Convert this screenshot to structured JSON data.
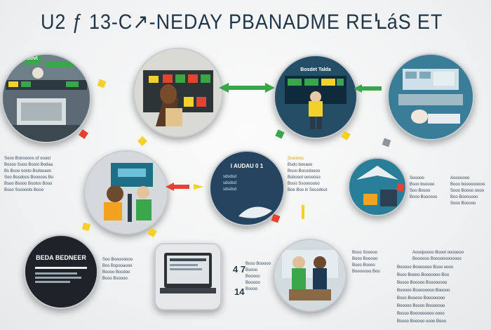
{
  "header": {
    "title": "U2 ƒ 13-C↗-NEDAY PBANADME REꝆáS ET"
  },
  "nodes": {
    "n1": {
      "badge": "Bovt"
    },
    "n3": {
      "banner": "Bosdet Talda"
    },
    "n4": {
      "caption": ""
    },
    "n6": {
      "title": "I AUDAU 0 1",
      "lines": [
        "sdsdsd",
        "sdsdsd",
        "sdsdsd"
      ]
    },
    "n8": {
      "label": "BEDA BEDNEER"
    }
  },
  "text_blocks": {
    "left_mid": [
      "Sooo Bstrooons of oooot",
      "Bosoo Sooo Booot Bodaa",
      "Bs Bsoo oosto Bsdooaos",
      "Soo Bosdoos Booooos Bo",
      "Bsoo Bsooo Bootos Booo",
      "Bsoo Ssoooots Booo"
    ],
    "center_right": [
      "Ssoooss",
      "Bsdo booaoo",
      "Booo Bocodoooo",
      "Bsbooot oooooso",
      "Bsoo Ssooooooo",
      "Boe Boo in Socodout"
    ],
    "far_right": [
      "Aooooooo",
      "Booo booooooooo",
      "Sooo Boooo oooo",
      "Boo Booosooo",
      "Sooo Booooo"
    ],
    "right_mid": [
      "Sooooo",
      "Bsoo booooo",
      "Soo Bosoo",
      "Booo Booosoo"
    ],
    "bottom_left": [
      "Soo Boooooooo",
      "Bos Bspooaooo",
      "Boooo Bocdoo",
      "Bsoo Bsoooo"
    ],
    "bottom_numbers": [
      "4 7",
      "14"
    ],
    "bottom_center_lines": [
      "Boso Booooo",
      "Bsooo",
      "Booooo",
      "Booooo",
      "Bsooo"
    ],
    "bottom_right_head": [
      "Aooopoooo Booot ooooooo",
      "Boooooo Boooooooooooo"
    ],
    "bottom_right_list": [
      "Booooo Booooooo Bsoo oooo",
      "Bsoo Boooo Booooooo Boo",
      "Bosoo Booooo Bsooooooo",
      "Booooo Boooooooo Booooo",
      "Bsoo Booooo Boooooooo",
      "Booooo Bsooo Booooooo",
      "Bosoo Booooooooo oooo",
      "Bsooo Booooo oooo Booo"
    ],
    "bottom_mid_small": [
      "Bsoo Sooooo",
      "Booo Booooo",
      "Bsoo Boooo",
      "Booooooo Boo"
    ]
  },
  "colors": {
    "navy": "#1e3a52",
    "teal": "#1d6e86",
    "yellow": "#f3d12a",
    "red": "#e3432f",
    "green": "#3aa64a"
  }
}
